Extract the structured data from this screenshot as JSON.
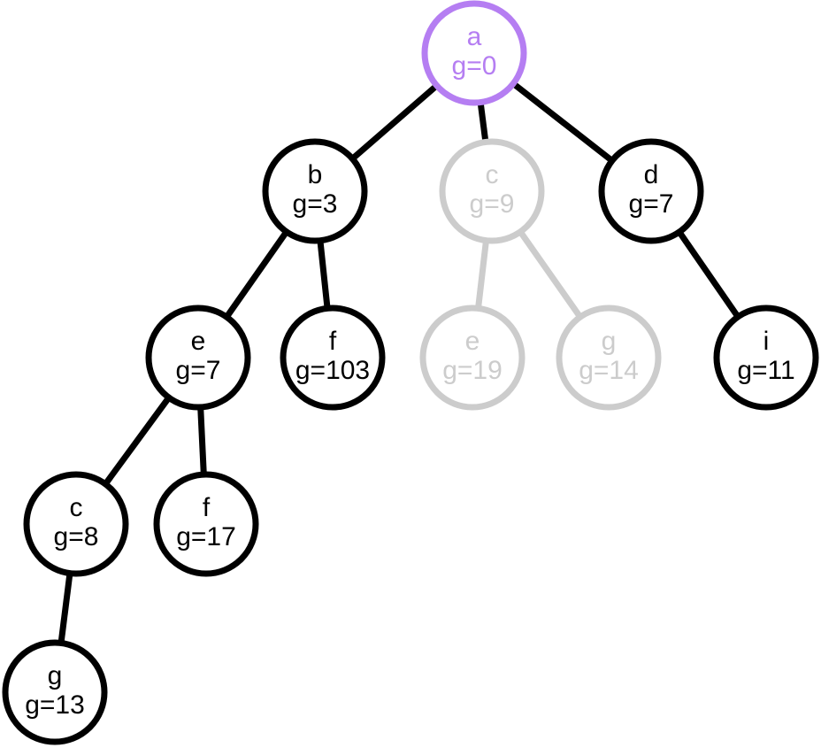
{
  "colors": {
    "active": "#000000",
    "faded": "#cccccc",
    "highlight": "#b57ef2",
    "fill": "#ffffff"
  },
  "nodes": [
    {
      "id": "a",
      "name": "a",
      "cost": "g=0",
      "state": "highlight"
    },
    {
      "id": "b",
      "name": "b",
      "cost": "g=3",
      "state": "active"
    },
    {
      "id": "c1",
      "name": "c",
      "cost": "g=9",
      "state": "faded"
    },
    {
      "id": "d",
      "name": "d",
      "cost": "g=7",
      "state": "active"
    },
    {
      "id": "e1",
      "name": "e",
      "cost": "g=7",
      "state": "active"
    },
    {
      "id": "f1",
      "name": "f",
      "cost": "g=103",
      "state": "active"
    },
    {
      "id": "e2",
      "name": "e",
      "cost": "g=19",
      "state": "faded"
    },
    {
      "id": "g1",
      "name": "g",
      "cost": "g=14",
      "state": "faded"
    },
    {
      "id": "i",
      "name": "i",
      "cost": "g=11",
      "state": "active"
    },
    {
      "id": "c2",
      "name": "c",
      "cost": "g=8",
      "state": "active"
    },
    {
      "id": "f2",
      "name": "f",
      "cost": "g=17",
      "state": "active"
    },
    {
      "id": "g2",
      "name": "g",
      "cost": "g=13",
      "state": "active"
    }
  ],
  "edges": [
    {
      "from": "a",
      "to": "b",
      "state": "active"
    },
    {
      "from": "a",
      "to": "c1",
      "state": "active"
    },
    {
      "from": "a",
      "to": "d",
      "state": "active"
    },
    {
      "from": "b",
      "to": "e1",
      "state": "active"
    },
    {
      "from": "b",
      "to": "f1",
      "state": "active"
    },
    {
      "from": "c1",
      "to": "e2",
      "state": "faded"
    },
    {
      "from": "c1",
      "to": "g1",
      "state": "faded"
    },
    {
      "from": "d",
      "to": "i",
      "state": "active"
    },
    {
      "from": "e1",
      "to": "c2",
      "state": "active"
    },
    {
      "from": "e1",
      "to": "f2",
      "state": "active"
    },
    {
      "from": "c2",
      "to": "g2",
      "state": "active"
    }
  ]
}
